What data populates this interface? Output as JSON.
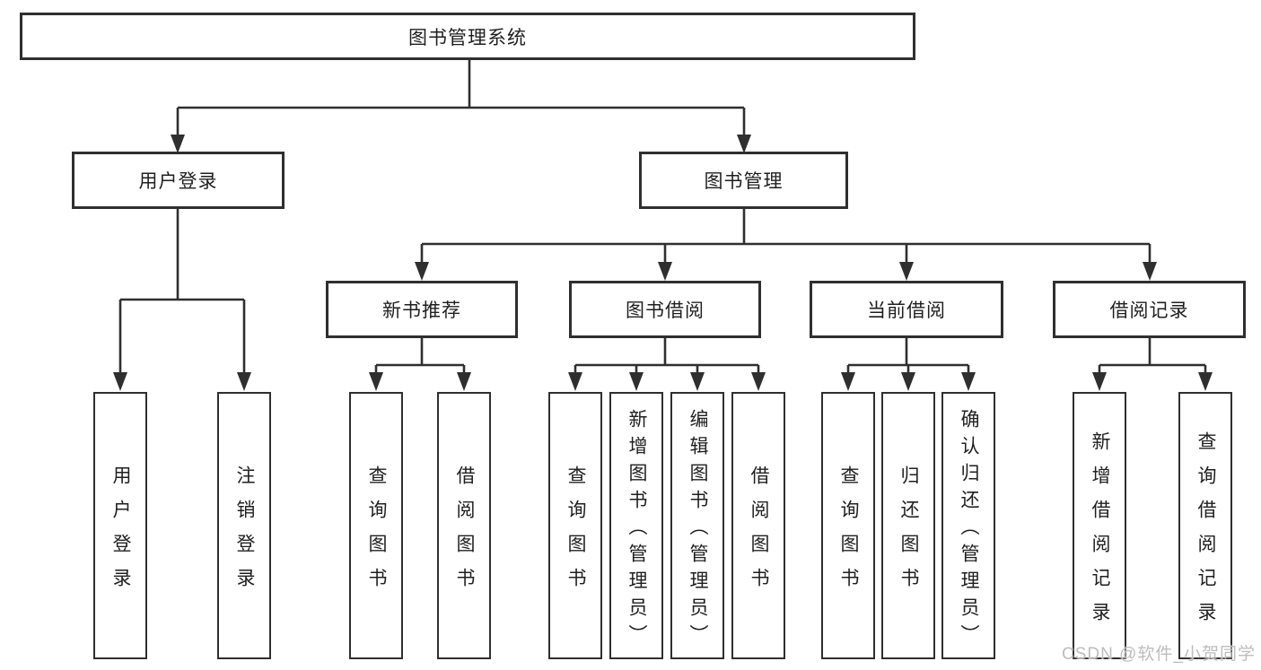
{
  "tree": {
    "root": "图书管理系统",
    "children": [
      {
        "label": "用户登录",
        "children": [
          "用户登录",
          "注销登录"
        ]
      },
      {
        "label": "图书管理",
        "children": [
          {
            "label": "新书推荐",
            "children": [
              "查询图书",
              "借阅图书"
            ]
          },
          {
            "label": "图书借阅",
            "children": [
              "查询图书",
              "新增图书（管理员）",
              "编辑图书（管理员）",
              "借阅图书"
            ]
          },
          {
            "label": "当前借阅",
            "children": [
              "查询图书",
              "归还图书",
              "确认归还（管理员）"
            ]
          },
          {
            "label": "借阅记录",
            "children": [
              "新增借阅记录",
              "查询借阅记录"
            ]
          }
        ]
      }
    ]
  },
  "watermark": {
    "text": "CSDN @软件_小贺同学"
  },
  "colors": {
    "line": "#2f2f2f",
    "text": "#1f1f1f",
    "watermark": "#bdbdbd",
    "background": "#ffffff"
  }
}
